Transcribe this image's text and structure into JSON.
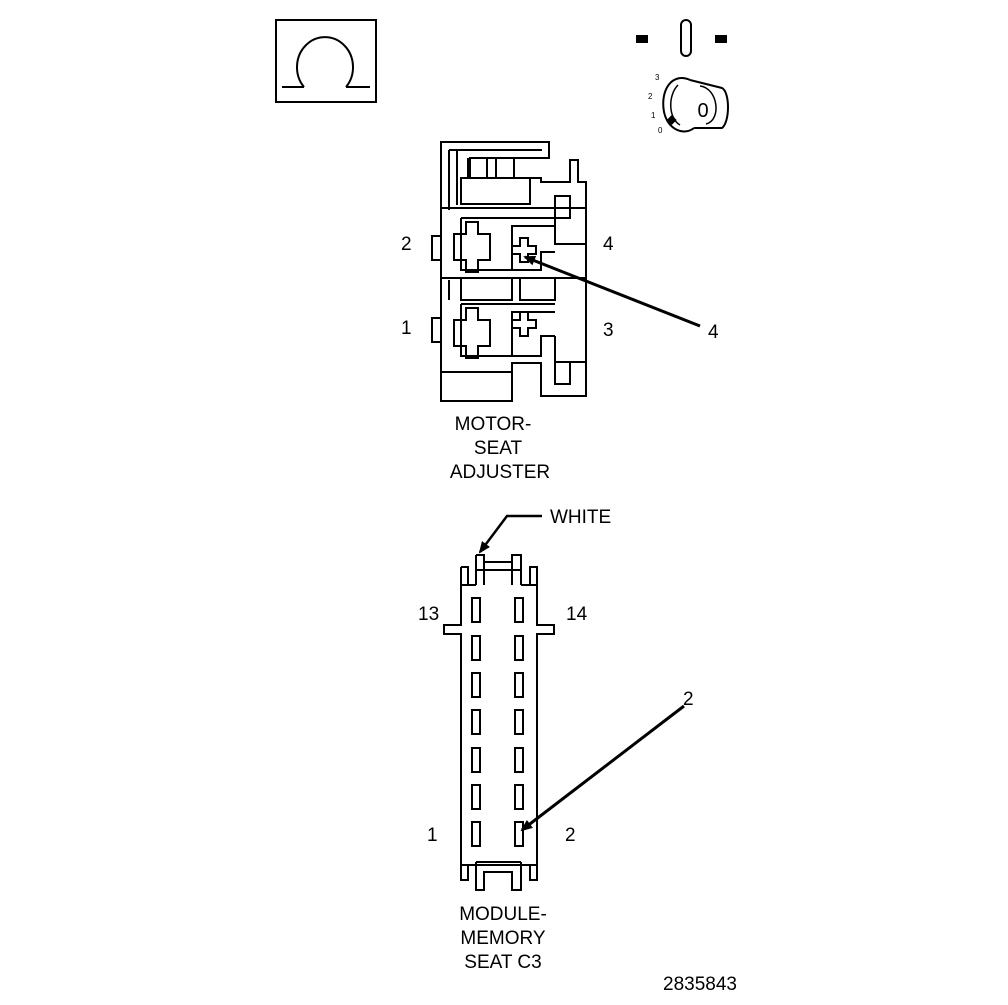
{
  "ohm_symbol": "Ω",
  "ignition": {
    "positions": [
      "3",
      "2",
      "1",
      "0"
    ],
    "key_label": "0"
  },
  "motor_seat_adjuster": {
    "caption": [
      "MOTOR-",
      "SEAT",
      "ADJUSTER"
    ],
    "pin_labels": {
      "p2": "2",
      "p4": "4",
      "p1": "1",
      "p3": "3"
    },
    "callout": "4"
  },
  "memory_seat_module": {
    "caption": [
      "MODULE-",
      "MEMORY",
      "SEAT C3"
    ],
    "pin_labels": {
      "p13": "13",
      "p14": "14",
      "p1": "1",
      "p2": "2"
    },
    "callout": "2",
    "color_callout": "WHITE"
  },
  "figure_id": "2835843"
}
